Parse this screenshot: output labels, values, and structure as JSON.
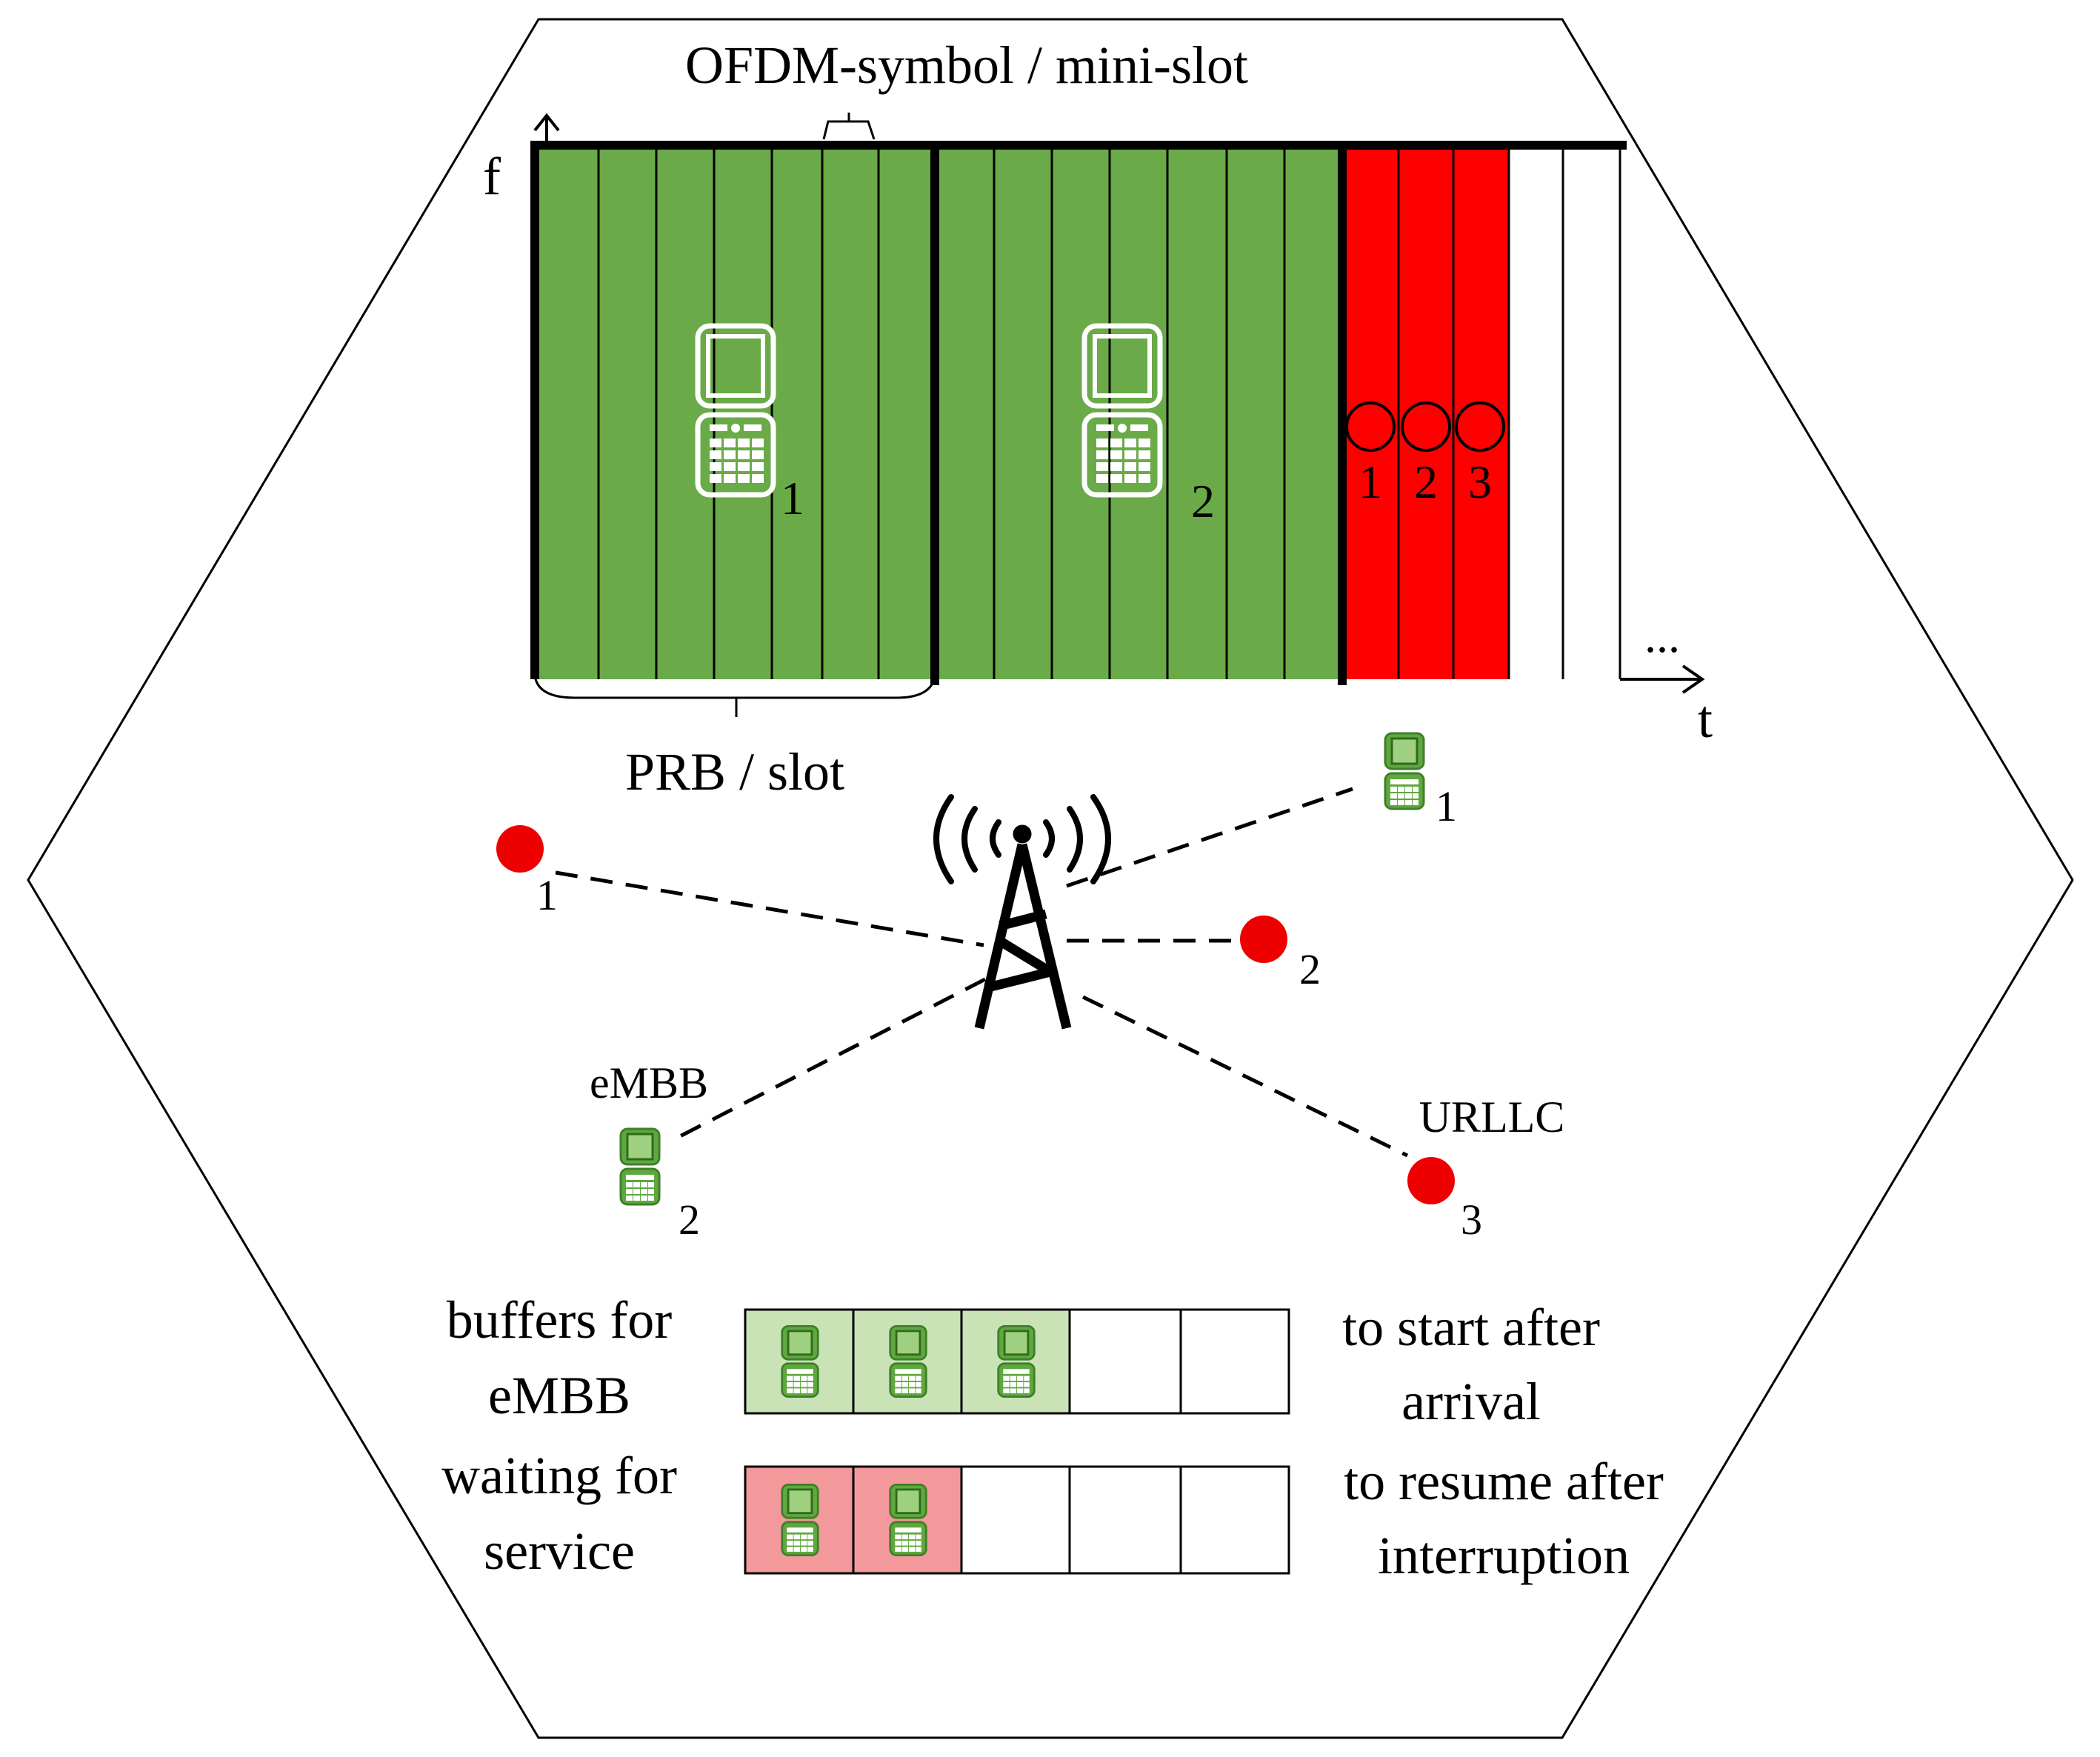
{
  "colors": {
    "embb_green": "#6aaa48",
    "urllc_red": "#ff0000",
    "urllc_dot": "#ee0000",
    "buffer_green": "#c9e3b7",
    "buffer_red": "#f4999b",
    "phone_green": "#5fa83f",
    "outline": "#000000"
  },
  "icons": {
    "phone": "mobile-phone-icon",
    "tower": "cell-tower-icon",
    "urllc_user": "red-dot-icon"
  },
  "grid": {
    "freq_axis_label": "f",
    "time_axis_label": "t",
    "ellipsis": "...",
    "ofdm_label": "OFDM-symbol / mini-slot",
    "prb_label": "PRB / slot",
    "phone_labels": [
      "1",
      "2"
    ],
    "circle_labels": [
      "1",
      "2",
      "3"
    ]
  },
  "network": {
    "embb_label": "eMBB",
    "urllc_label": "URLLC",
    "users": [
      {
        "kind": "urllc",
        "label": "1"
      },
      {
        "kind": "urllc",
        "label": "2"
      },
      {
        "kind": "urllc",
        "label": "3"
      },
      {
        "kind": "embb",
        "label": "1"
      },
      {
        "kind": "embb",
        "label": "2"
      }
    ]
  },
  "buffers": {
    "left_label_lines": [
      "buffers for",
      "eMBB",
      "waiting for",
      "service"
    ],
    "right_label_top_lines": [
      "to start after",
      "arrival"
    ],
    "right_label_bottom_lines": [
      "to resume after",
      "interruption"
    ]
  }
}
